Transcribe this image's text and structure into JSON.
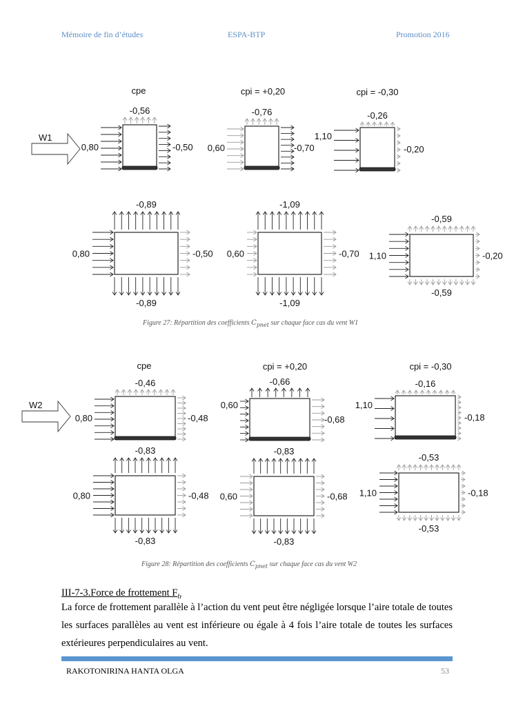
{
  "header": {
    "left": "Mémoire de fin d’études",
    "center": "ESPA-BTP",
    "right": "Promotion 2016"
  },
  "figures": [
    {
      "id": "fig27",
      "wind_label": "W1",
      "caption_prefix": "Figure 27: Répartition des coefficients",
      "caption_symbol": "C",
      "caption_subscript": "pnet",
      "caption_suffix": "sur chaque face cas du vent W1",
      "column_titles": [
        "cpe",
        "cpi = +0,20",
        "cpi = -0,30"
      ],
      "elevation": [
        {
          "top": "-0,56",
          "left": "0,80",
          "right": "-0,50"
        },
        {
          "top": "-0,76",
          "left": "0,60",
          "right": "-0,70"
        },
        {
          "top": "-0,26",
          "left": "1,10",
          "right": "-0,20"
        }
      ],
      "plan": [
        {
          "top": "-0,89",
          "bottom": "-0,89",
          "left": "0,80",
          "right": "-0,50"
        },
        {
          "top": "-1,09",
          "bottom": "-1,09",
          "left": "0,60",
          "right": "-0,70"
        },
        {
          "top": "-0,59",
          "bottom": "-0,59",
          "left": "1,10",
          "right": "-0,20"
        }
      ]
    },
    {
      "id": "fig28",
      "wind_label": "W2",
      "caption_prefix": "Figure 28: Répartition des coefficients",
      "caption_symbol": "C",
      "caption_subscript": "pnet",
      "caption_suffix": "sur chaque face cas du vent W2",
      "column_titles": [
        "cpe",
        "cpi = +0,20",
        "cpi = -0,30"
      ],
      "elevation": [
        {
          "top": "-0,46",
          "left": "0,80",
          "right": "-0,48"
        },
        {
          "top": "-0,66",
          "left": "0,60",
          "right": "-0,68"
        },
        {
          "top": "-0,16",
          "left": "1,10",
          "right": "-0,18"
        }
      ],
      "plan": [
        {
          "top": "-0,83",
          "bottom": "-0,83",
          "left": "0,80",
          "right": "-0,48"
        },
        {
          "top": "-0,83",
          "bottom": "-0,83",
          "left": "0,60",
          "right": "-0,68"
        },
        {
          "top": "-0,53",
          "bottom": "-0,53",
          "left": "1,10",
          "right": "-0,18"
        }
      ]
    }
  ],
  "section": {
    "title": "III-7-3.Force de frottement F",
    "title_sub": "fr",
    "paragraph": "La force de frottement parallèle à l’action du vent peut être négligée lorsque l’aire totale de toutes les surfaces parallèles au vent est inférieure ou égale à 4 fois l’aire totale de toutes les surfaces extérieures perpendiculaires au vent."
  },
  "footer": {
    "author": "RAKOTONIRINA HANTA OLGA",
    "page_number": "53"
  }
}
